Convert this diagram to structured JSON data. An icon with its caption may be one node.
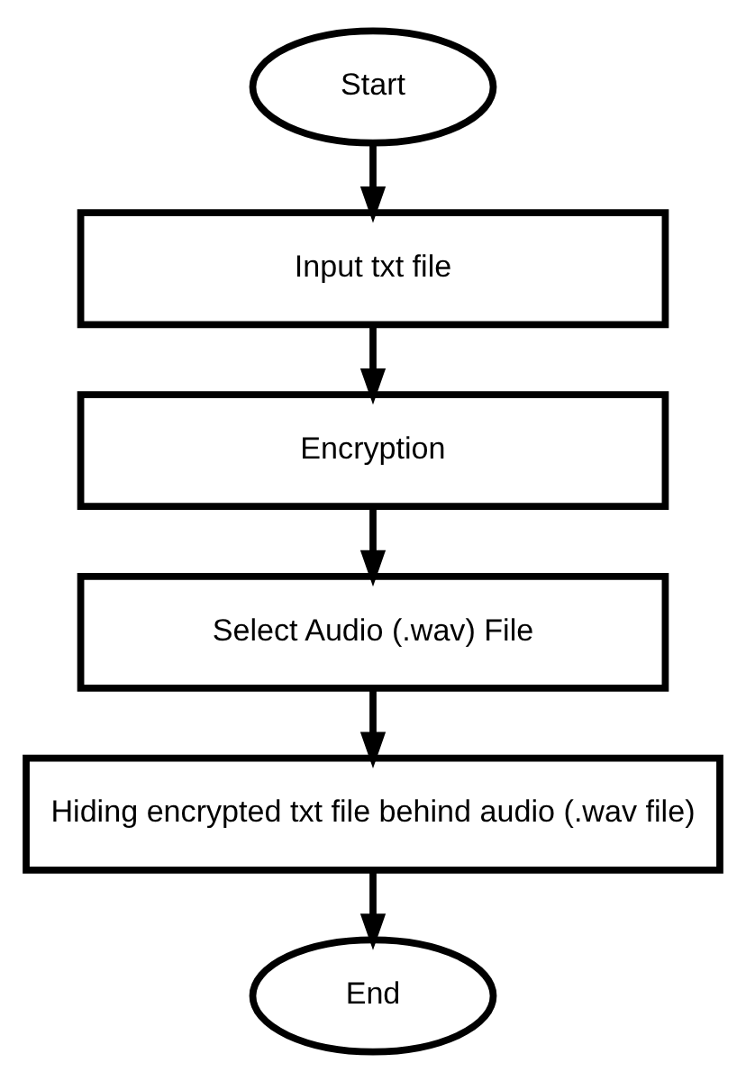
{
  "diagram": {
    "nodes": [
      {
        "text": [
          "Start"
        ]
      },
      {
        "text": [
          "Input txt file"
        ]
      },
      {
        "text": [
          "Encryption"
        ]
      },
      {
        "text": [
          "Select Audio (.wav) File"
        ]
      },
      {
        "text": [
          "Hiding encrypted txt file behind audio (.wav file)"
        ]
      },
      {
        "text": [
          "End"
        ]
      }
    ],
    "edges": [
      {
        "from": 0,
        "to": 1,
        "arrow": "to"
      },
      {
        "from": 1,
        "to": 2,
        "arrow": "to"
      },
      {
        "from": 2,
        "to": 3,
        "arrow": "to"
      },
      {
        "from": 3,
        "to": 4,
        "arrow": "to"
      },
      {
        "from": 4,
        "to": 5,
        "arrow": "to"
      }
    ]
  }
}
